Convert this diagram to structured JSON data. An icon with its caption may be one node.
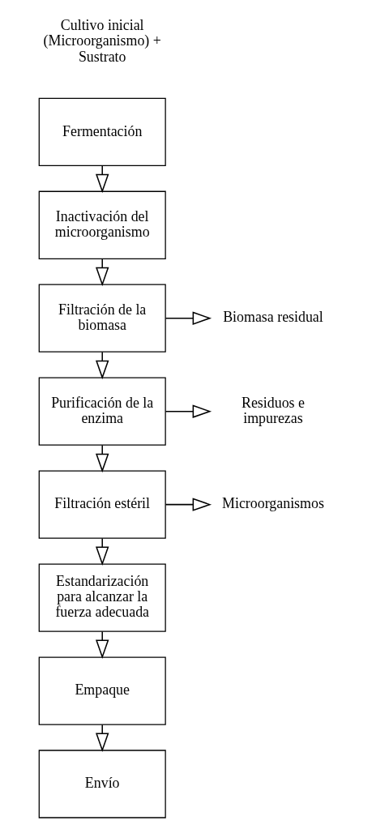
{
  "diagram": {
    "nodes": [
      {
        "text": [
          "Fermentación"
        ]
      },
      {
        "text": [
          "Inactivación del microorganismo"
        ]
      },
      {
        "text": [
          "Filtración de la biomasa"
        ]
      },
      {
        "text": [
          "Biomasa residual"
        ]
      },
      {
        "text": [
          "Purificación de la enzima"
        ]
      },
      {
        "text": [
          "Residuos e impurezas"
        ]
      },
      {
        "text": [
          "Filtración estéril"
        ]
      },
      {
        "text": [
          "Microorganismos"
        ]
      },
      {
        "text": [
          "Estandarización para alcanzar la fuerza adecuada"
        ]
      },
      {
        "text": [
          "Empaque"
        ]
      },
      {
        "text": [
          "Envío"
        ]
      }
    ],
    "edges": [
      {
        "from": 0,
        "to": 1,
        "arrow": "to"
      },
      {
        "from": 1,
        "to": 2,
        "arrow": "to"
      },
      {
        "from": 2,
        "to": 3,
        "arrow": "to"
      },
      {
        "from": 2,
        "to": 4,
        "arrow": "to"
      },
      {
        "from": 4,
        "to": 5,
        "arrow": "to"
      },
      {
        "from": 4,
        "to": 6,
        "arrow": "to"
      },
      {
        "from": 6,
        "to": 7,
        "arrow": "to"
      },
      {
        "from": 6,
        "to": 8,
        "arrow": "to"
      },
      {
        "from": 8,
        "to": 9,
        "arrow": "to"
      },
      {
        "from": 9,
        "to": 10,
        "arrow": "to"
      }
    ],
    "labels": [
      "Cultivo inicial (Microorganismo) + Sustrato"
    ]
  }
}
